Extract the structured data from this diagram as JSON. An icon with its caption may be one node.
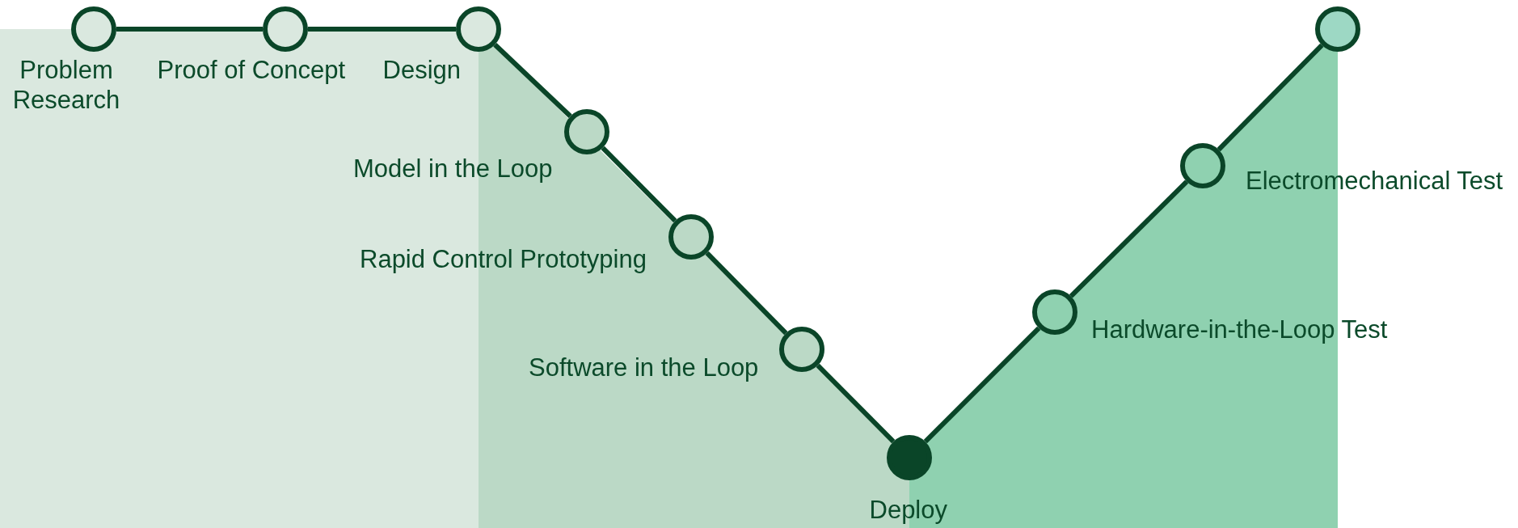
{
  "diagram": {
    "nodes": [
      {
        "text": [
          "Problem Research"
        ]
      },
      {
        "text": [
          "Proof of Concept"
        ]
      },
      {
        "text": [
          "Design"
        ]
      },
      {
        "text": [
          "Model in the Loop"
        ]
      },
      {
        "text": [
          "Rapid Control Prototyping"
        ]
      },
      {
        "text": [
          "Software in the Loop"
        ]
      },
      {
        "text": [
          "Deploy"
        ]
      },
      {
        "text": [
          "Hardware-in-the-Loop Test"
        ]
      },
      {
        "text": [
          "Electromechanical Test"
        ]
      },
      {
        "text": [],
        "shape": "circle"
      }
    ],
    "edges": [
      {
        "from": 0,
        "to": 1,
        "arrow": "none"
      },
      {
        "from": 1,
        "to": 2,
        "arrow": "none"
      },
      {
        "from": 2,
        "to": 3,
        "arrow": "none"
      },
      {
        "from": 3,
        "to": 4,
        "arrow": "none"
      },
      {
        "from": 4,
        "to": 5,
        "arrow": "none"
      },
      {
        "from": 5,
        "to": 6,
        "arrow": "none"
      },
      {
        "from": 6,
        "to": 7,
        "arrow": "none"
      },
      {
        "from": 7,
        "to": 8,
        "arrow": "none"
      },
      {
        "from": 8,
        "to": 9,
        "arrow": "none"
      }
    ]
  }
}
